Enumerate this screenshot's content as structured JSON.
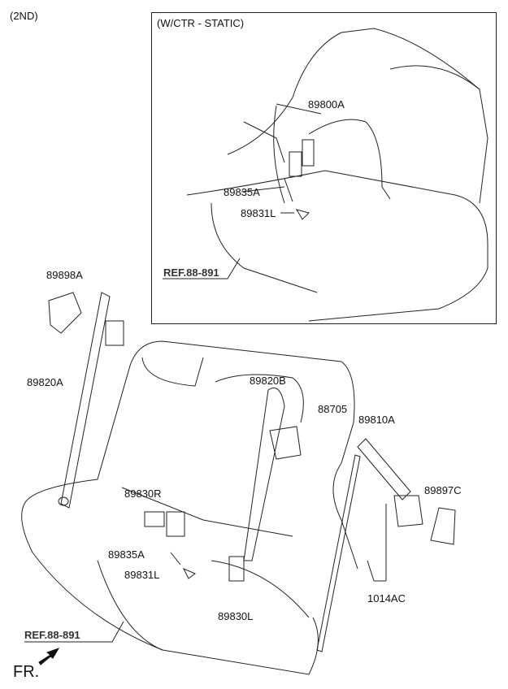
{
  "header": {
    "variant": "(2ND)"
  },
  "inset": {
    "title": "(W/CTR - STATIC)",
    "parts": {
      "belt": "89800A",
      "buckle": "89835A",
      "bracket": "89831L",
      "ref": "REF.88-891"
    }
  },
  "main": {
    "parts": {
      "cover_left": "89898A",
      "belt_left": "89820A",
      "belt_center": "89820B",
      "clip": "88705",
      "belt_right": "89810A",
      "buckle_r": "89830R",
      "buckle_a": "89835A",
      "bracket": "89831L",
      "cover_right": "89897C",
      "bolt": "1014AC",
      "buckle_l": "89830L",
      "ref": "REF.88-891"
    },
    "direction": "FR."
  }
}
